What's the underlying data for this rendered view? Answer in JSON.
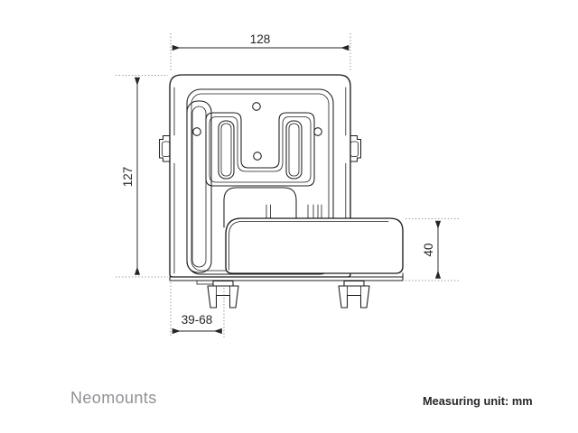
{
  "dimensions": {
    "top_width": "128",
    "left_height": "127",
    "right_holder_height": "40",
    "bottom_depth_range": "39-68"
  },
  "footer": {
    "brand": "Neomounts",
    "unit_note": "Measuring unit: mm"
  },
  "colors": {
    "line": "#1c1c1e",
    "dimension": "#26262a",
    "brand": "#909095",
    "background": "#ffffff"
  }
}
